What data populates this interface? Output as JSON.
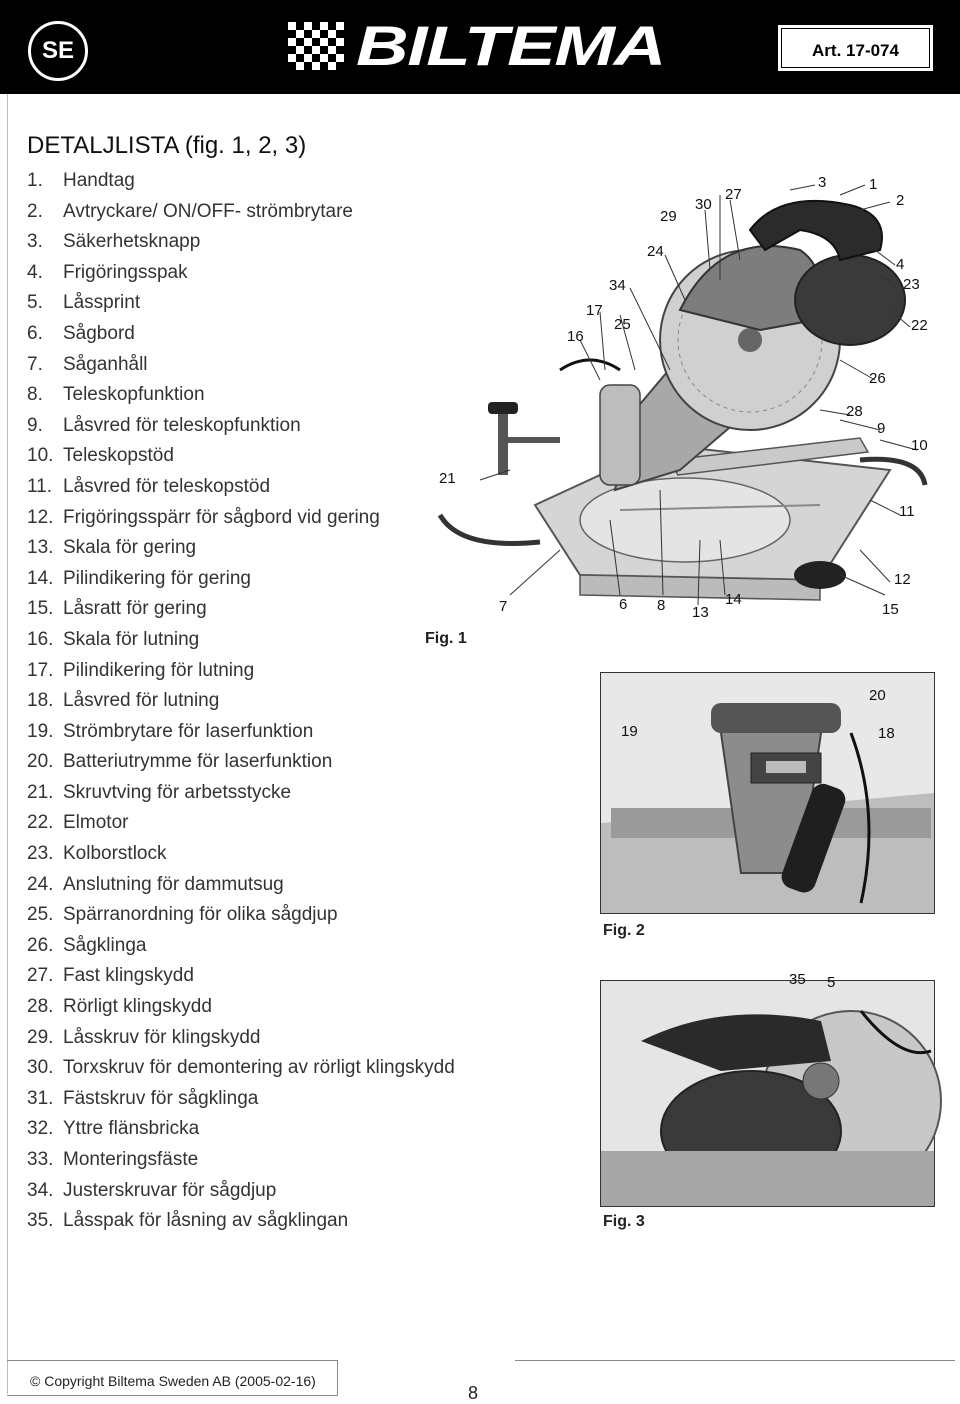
{
  "header": {
    "lang": "SE",
    "brand": "BILTEMA",
    "article": "Art. 17-074"
  },
  "list": {
    "title": "DETALJLISTA (fig. 1, 2, 3)",
    "items": [
      {
        "num": "1.",
        "label": "Handtag"
      },
      {
        "num": "2.",
        "label": "Avtryckare/ ON/OFF- strömbrytare"
      },
      {
        "num": "3.",
        "label": "Säkerhetsknapp"
      },
      {
        "num": "4.",
        "label": "Frigöringsspak"
      },
      {
        "num": "5.",
        "label": "Låssprint"
      },
      {
        "num": "6.",
        "label": "Sågbord"
      },
      {
        "num": "7.",
        "label": "Såganhåll"
      },
      {
        "num": "8.",
        "label": "Teleskopfunktion"
      },
      {
        "num": "9.",
        "label": "Låsvred för teleskopfunktion"
      },
      {
        "num": "10.",
        "label": "Teleskopstöd"
      },
      {
        "num": "11.",
        "label": "Låsvred för teleskopstöd"
      },
      {
        "num": "12.",
        "label": "Frigöringsspärr för sågbord vid gering"
      },
      {
        "num": "13.",
        "label": "Skala för gering"
      },
      {
        "num": "14.",
        "label": "Pilindikering för gering"
      },
      {
        "num": "15.",
        "label": "Låsratt för gering"
      },
      {
        "num": "16.",
        "label": "Skala för lutning"
      },
      {
        "num": "17.",
        "label": "Pilindikering för lutning"
      },
      {
        "num": "18.",
        "label": "Låsvred för lutning"
      },
      {
        "num": "19.",
        "label": "Strömbrytare för laserfunktion"
      },
      {
        "num": "20.",
        "label": "Batteriutrymme för laserfunktion"
      },
      {
        "num": "21.",
        "label": "Skruvtving för arbetsstycke"
      },
      {
        "num": "22.",
        "label": "Elmotor"
      },
      {
        "num": "23.",
        "label": "Kolborstlock"
      },
      {
        "num": "24.",
        "label": "Anslutning för dammutsug"
      },
      {
        "num": "25.",
        "label": "Spärranordning för olika sågdjup"
      },
      {
        "num": "26.",
        "label": "Sågklinga"
      },
      {
        "num": "27.",
        "label": "Fast klingskydd"
      },
      {
        "num": "28.",
        "label": "Rörligt klingskydd"
      },
      {
        "num": "29.",
        "label": "Låsskruv för klingskydd"
      },
      {
        "num": "30.",
        "label": "Torxskruv för demontering av rörligt klingskydd"
      },
      {
        "num": "31.",
        "label": "Fästskruv för sågklinga"
      },
      {
        "num": "32.",
        "label": "Yttre flänsbricka"
      },
      {
        "num": "33.",
        "label": "Monteringsfäste"
      },
      {
        "num": "34.",
        "label": "Justerskruvar för sågdjup"
      },
      {
        "num": "35.",
        "label": "Låsspak för låsning av sågklingan"
      }
    ]
  },
  "figures": {
    "fig1": {
      "label": "Fig. 1",
      "callouts": [
        "1",
        "2",
        "3",
        "4",
        "23",
        "22",
        "26",
        "28",
        "9",
        "10",
        "11",
        "12",
        "15",
        "14",
        "13",
        "8",
        "6",
        "7",
        "21",
        "16",
        "17",
        "34",
        "25",
        "24",
        "29",
        "30",
        "27"
      ]
    },
    "fig2": {
      "label": "Fig. 2",
      "callouts": [
        "19",
        "20",
        "18"
      ]
    },
    "fig3": {
      "label": "Fig. 3",
      "callouts": [
        "35",
        "5"
      ]
    }
  },
  "footer": {
    "copyright": "© Copyright Biltema Sweden AB (2005-02-16)",
    "page": "8"
  }
}
